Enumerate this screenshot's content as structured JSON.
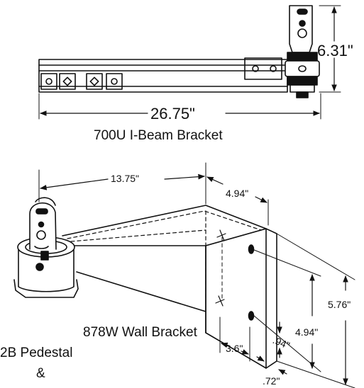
{
  "top_bracket": {
    "name": "700U I-Beam Bracket",
    "length_dim": "26.75\"",
    "height_dim": "6.31\""
  },
  "wall_bracket": {
    "name": "878W Wall Bracket",
    "arm_length_dim": "13.75\"",
    "top_depth_dim": "4.94\"",
    "plate_height_outer_dim": "5.76\"",
    "plate_height_inner_dim": "4.94\"",
    "hole_spacing_dim": "3.6\"",
    "plate_thickness_dim": ".94\"",
    "plate_edge_dim": ".72\""
  },
  "pedestal": {
    "label_line1": "2B Pedestal",
    "label_line2": "&"
  },
  "colors": {
    "ink": "#111111",
    "background": "#ffffff"
  }
}
